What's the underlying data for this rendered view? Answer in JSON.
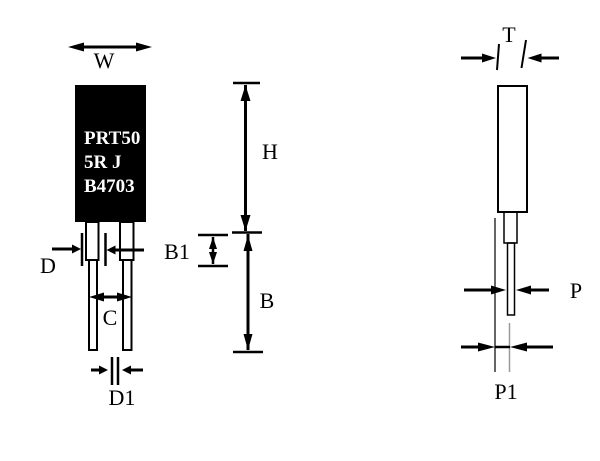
{
  "diagram": {
    "background_color": "#ffffff",
    "ink_color": "#000000",
    "faint_line_color": "#9a9a9a",
    "front_view": {
      "body_fill": "#000000",
      "marking_color": "#ffffff",
      "marking": [
        "PRT50",
        "5R J",
        "B4703"
      ],
      "labels": {
        "w": "W",
        "h": "H",
        "b1": "B1",
        "b": "B",
        "c": "C",
        "d": "D",
        "d1": "D1"
      }
    },
    "side_view": {
      "body_fill": "#ffffff",
      "labels": {
        "t": "T",
        "p": "P",
        "p1": "P1"
      }
    }
  }
}
